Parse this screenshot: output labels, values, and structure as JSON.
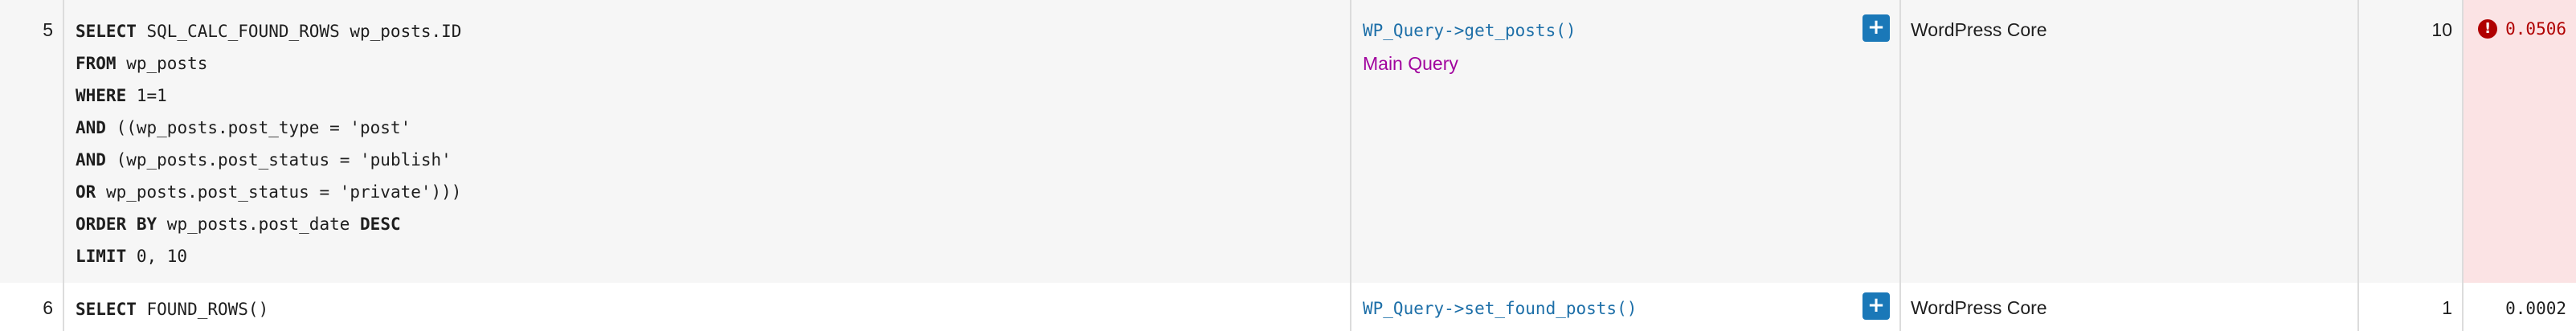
{
  "queries": [
    {
      "number": "5",
      "sql_lines": [
        {
          "kw": "SELECT",
          "rest": " SQL_CALC_FOUND_ROWS wp_posts.ID"
        },
        {
          "kw": "FROM",
          "rest": " wp_posts"
        },
        {
          "kw": "WHERE",
          "rest": " 1=1"
        },
        {
          "kw": "AND",
          "rest": " ((wp_posts.post_type = 'post'"
        },
        {
          "kw": "AND",
          "rest": " (wp_posts.post_status = 'publish'"
        },
        {
          "kw": "OR",
          "rest": " wp_posts.post_status = 'private')))"
        },
        {
          "kw": "ORDER BY",
          "rest": " wp_posts.post_date ",
          "kw2": "DESC"
        },
        {
          "kw": "LIMIT",
          "rest": " 0, 10"
        }
      ],
      "caller": "WP_Query->get_posts()",
      "caller_note": "Main Query",
      "expand_label": "+",
      "component": "WordPress Core",
      "rows": "10",
      "time": "0.0506",
      "warning_icon": "!",
      "slow": true
    },
    {
      "number": "6",
      "sql_lines": [
        {
          "kw": "SELECT",
          "rest": " FOUND_ROWS()"
        }
      ],
      "caller": "WP_Query->set_found_posts()",
      "expand_label": "+",
      "component": "WordPress Core",
      "rows": "1",
      "time": "0.0002",
      "slow": false
    }
  ],
  "colors": {
    "slow_bg": "#fbe3e4",
    "slow_text": "#b00000",
    "caller_link": "#1d6fa8",
    "main_query": "#a1059e",
    "button": "#1a78b8"
  }
}
